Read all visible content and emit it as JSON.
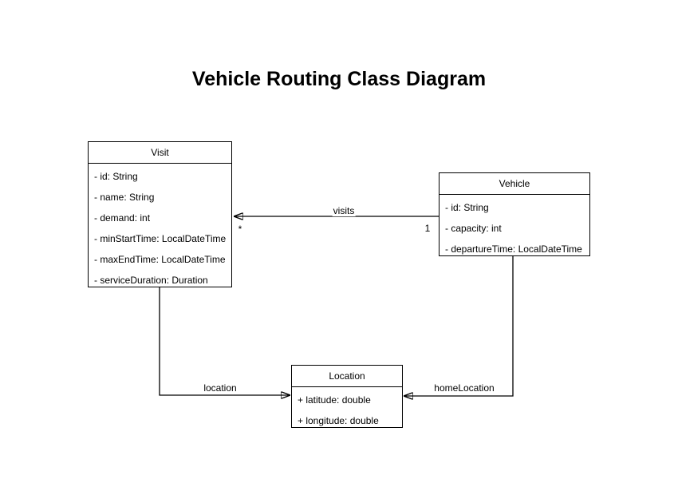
{
  "page": {
    "title": "Vehicle Routing Class Diagram"
  },
  "colors": {
    "background": "#ffffff",
    "stroke": "#000000",
    "text": "#000000"
  },
  "classes": [
    {
      "name": "Visit",
      "attributes": [
        "- id: String",
        "- name: String",
        "- demand: int",
        "- minStartTime: LocalDateTime",
        "- maxEndTime: LocalDateTime",
        "- serviceDuration: Duration"
      ]
    },
    {
      "name": "Vehicle",
      "attributes": [
        "- id: String",
        "- capacity: int",
        "- departureTime: LocalDateTime"
      ]
    },
    {
      "name": "Location",
      "attributes": [
        "+ latitude: double",
        "+ longitude: double"
      ]
    }
  ],
  "edges": [
    {
      "label": "visits",
      "source": "Vehicle",
      "target": "Visit",
      "source_multiplicity": "1",
      "target_multiplicity": "*"
    },
    {
      "label": "location",
      "source": "Visit",
      "target": "Location"
    },
    {
      "label": "homeLocation",
      "source": "Vehicle",
      "target": "Location"
    }
  ]
}
